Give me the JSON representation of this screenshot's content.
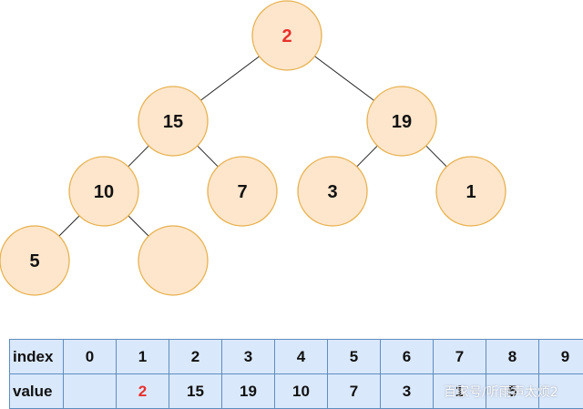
{
  "tree": {
    "nodes": [
      {
        "id": "n0",
        "label": "2",
        "highlight": true
      },
      {
        "id": "n1",
        "label": "15",
        "highlight": false
      },
      {
        "id": "n2",
        "label": "19",
        "highlight": false
      },
      {
        "id": "n3",
        "label": "10",
        "highlight": false
      },
      {
        "id": "n4",
        "label": "7",
        "highlight": false
      },
      {
        "id": "n5",
        "label": "3",
        "highlight": false
      },
      {
        "id": "n6",
        "label": "1",
        "highlight": false
      },
      {
        "id": "n7",
        "label": "5",
        "highlight": false
      },
      {
        "id": "n8",
        "label": "",
        "highlight": false
      }
    ],
    "edges": [
      [
        "n0",
        "n1"
      ],
      [
        "n0",
        "n2"
      ],
      [
        "n1",
        "n3"
      ],
      [
        "n1",
        "n4"
      ],
      [
        "n2",
        "n5"
      ],
      [
        "n2",
        "n6"
      ],
      [
        "n3",
        "n7"
      ],
      [
        "n3",
        "n8"
      ]
    ]
  },
  "array_table": {
    "index_label": "index",
    "value_label": "value",
    "indices": [
      "0",
      "1",
      "2",
      "3",
      "4",
      "5",
      "6",
      "7",
      "8",
      "9"
    ],
    "values": [
      "",
      "2",
      "15",
      "19",
      "10",
      "7",
      "3",
      "1",
      "5",
      ""
    ],
    "highlight_index": 1
  },
  "watermark": "百家号/听雨声太烦2",
  "colors": {
    "node_fill": "#fde6cc",
    "node_stroke": "#e7b14e",
    "highlight_text": "#e8302c",
    "table_fill": "#dae8fc",
    "table_border": "#5d8ec0"
  }
}
